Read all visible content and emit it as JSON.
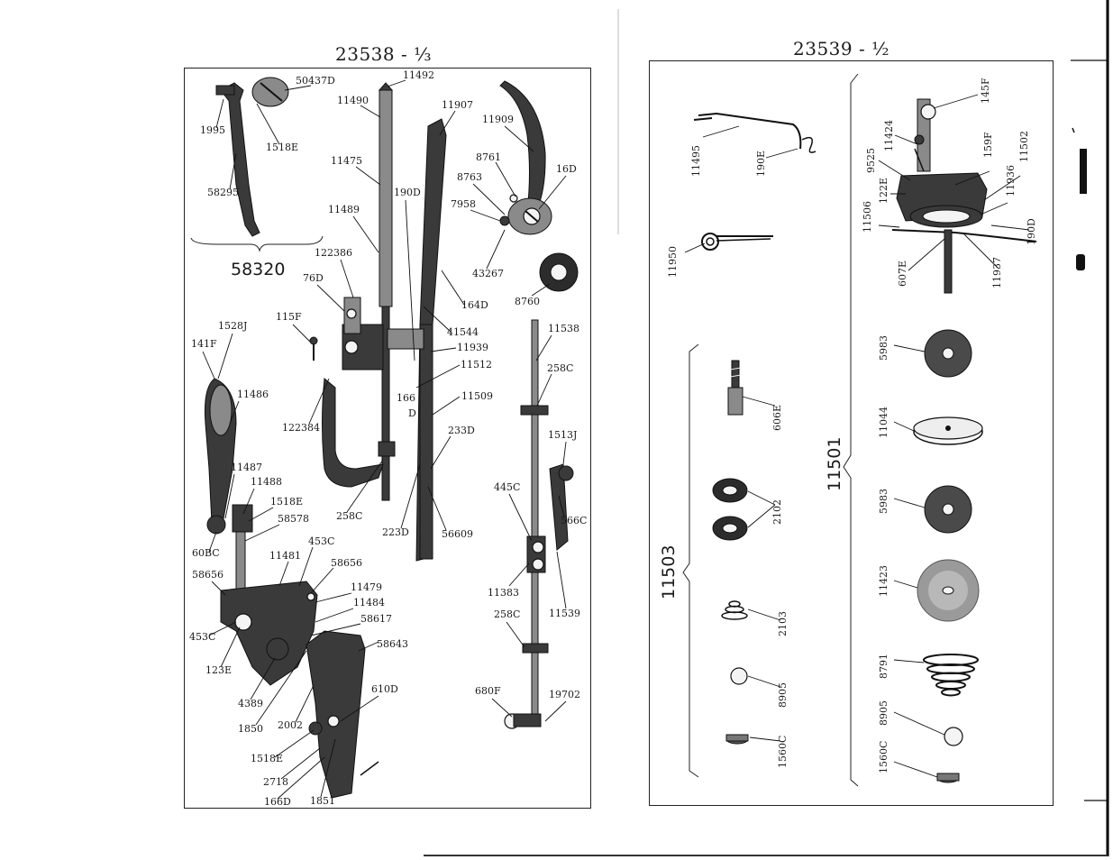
{
  "left_panel": {
    "title": "23538 - ⅓",
    "assembly_label": "58320",
    "labels": {
      "l50437d": "50437D",
      "l11492": "11492",
      "l11490": "11490",
      "l11907": "11907",
      "l11909": "11909",
      "l1995": "1995",
      "l1518e_a": "1518E",
      "l58295": "58295",
      "l11475": "11475",
      "l8761": "8761",
      "l16d": "16D",
      "l8763": "8763",
      "l190d": "190D",
      "l7958": "7958",
      "l11489": "11489",
      "l122386": "122386",
      "l43267": "43267",
      "l76d": "76D",
      "l164d": "164D",
      "l8760": "8760",
      "l115f": "115F",
      "l1528j": "1528J",
      "l141f": "141F",
      "l41544": "41544",
      "l11939": "11939",
      "l11538": "11538",
      "l11512": "11512",
      "l258c_a": "258C",
      "l11486": "11486",
      "l11509": "11509",
      "l166": "166",
      "l166d_d": "D",
      "l122384": "122384",
      "l233d": "233D",
      "l1513j": "1513J",
      "l11487": "11487",
      "l11488": "11488",
      "l445c": "445C",
      "l1518e_b": "1518E",
      "l258c_b": "258C",
      "l58578": "58578",
      "l566c": "566C",
      "l223d": "223D",
      "l56609": "56609",
      "l60bc": "60BC",
      "l453c_a": "453C",
      "l11481": "11481",
      "l58656_a": "58656",
      "l58656_b": "58656",
      "l11479": "11479",
      "l11484": "11484",
      "l11383": "11383",
      "l58617": "58617",
      "l258c_c": "258C",
      "l11539": "11539",
      "l453c_b": "453C",
      "l58643": "58643",
      "l123e": "123E",
      "l610d": "610D",
      "l680f": "680F",
      "l19702": "19702",
      "l4389": "4389",
      "l1850": "1850",
      "l2002": "2002",
      "l1518e_c": "1518E",
      "l2718": "2718",
      "l166d": "166D",
      "l1851": "1851"
    }
  },
  "right_panel": {
    "title": "23539 - ½",
    "group_11503": "11503",
    "group_11501": "11501",
    "labels": {
      "r11495": "11495",
      "r190e": "190E",
      "r11950": "11950",
      "r606e": "606E",
      "r2102": "2102",
      "r2103": "2103",
      "r8905_a": "8905",
      "r1560c_a": "1560C",
      "r145f": "145F",
      "r9525": "9525",
      "r11424": "11424",
      "r159f": "159F",
      "r11502": "11502",
      "r122e": "122E",
      "r11936": "11936",
      "r11506": "11506",
      "r190d": "190D",
      "r607e": "607E",
      "r11937": "11937",
      "r5983_a": "5983",
      "r11044": "11044",
      "r5983_b": "5983",
      "r11423": "11423",
      "r8791": "8791",
      "r8905_b": "8905",
      "r1560c_b": "1560C"
    }
  }
}
